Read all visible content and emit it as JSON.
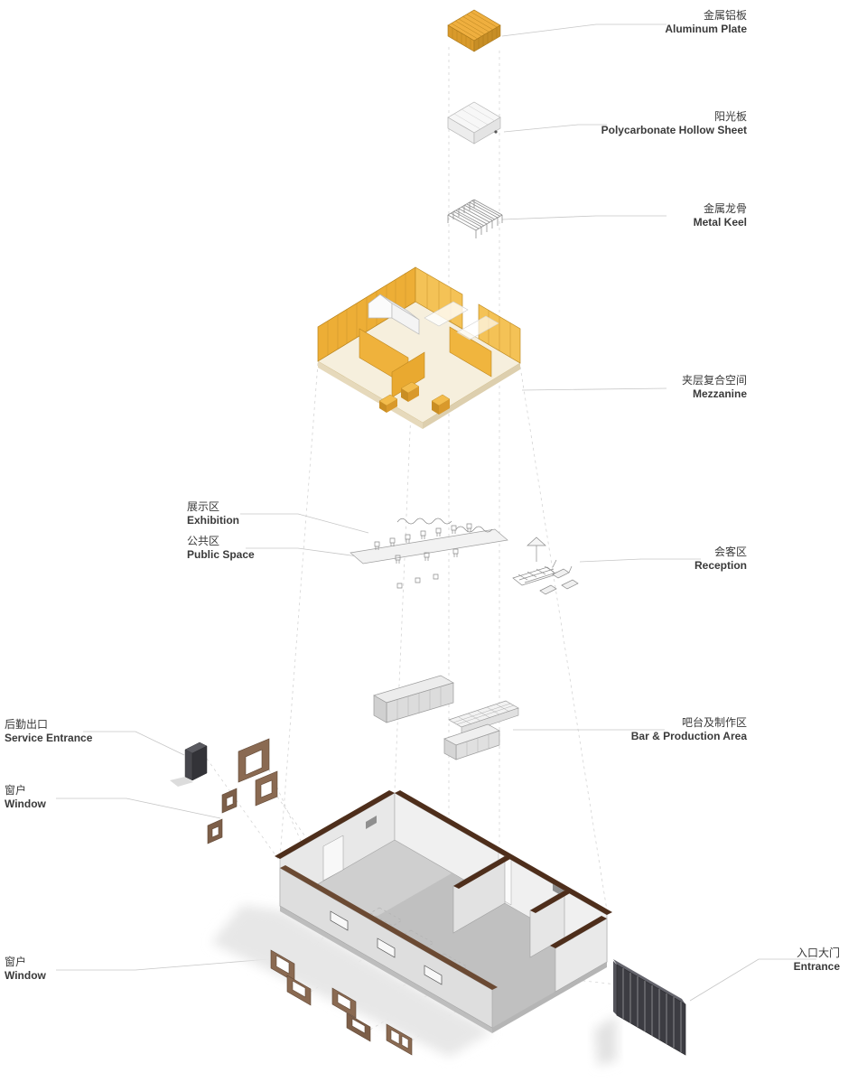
{
  "diagram_type": "exploded-axonometric-architecture",
  "colors": {
    "accent_yellow": "#EFAF3F",
    "mezzanine_yellow": "#EDAE36",
    "wall_brown": "#4E2E1B",
    "window_brown": "#8A6A52",
    "dark_panel": "#3C3C42",
    "leader_line": "#C6C6C6",
    "text": "#3A3A3A"
  },
  "labels": {
    "aluminum_plate": {
      "zh": "金属铝板",
      "en": "Aluminum Plate"
    },
    "polycarbonate": {
      "zh": "阳光板",
      "en": "Polycarbonate Hollow Sheet"
    },
    "metal_keel": {
      "zh": "金属龙骨",
      "en": "Metal Keel"
    },
    "mezzanine": {
      "zh": "夹层复合空间",
      "en": "Mezzanine"
    },
    "exhibition": {
      "zh": "展示区",
      "en": "Exhibition"
    },
    "public_space": {
      "zh": "公共区",
      "en": "Public Space"
    },
    "reception": {
      "zh": "会客区",
      "en": "Reception"
    },
    "service_entrance": {
      "zh": "后勤出口",
      "en": "Service Entrance"
    },
    "bar_production": {
      "zh": "吧台及制作区",
      "en": "Bar & Production Area"
    },
    "window_upper": {
      "zh": "窗户",
      "en": "Window"
    },
    "window_lower": {
      "zh": "窗户",
      "en": "Window"
    },
    "entrance": {
      "zh": "入口大门",
      "en": "Entrance"
    }
  }
}
